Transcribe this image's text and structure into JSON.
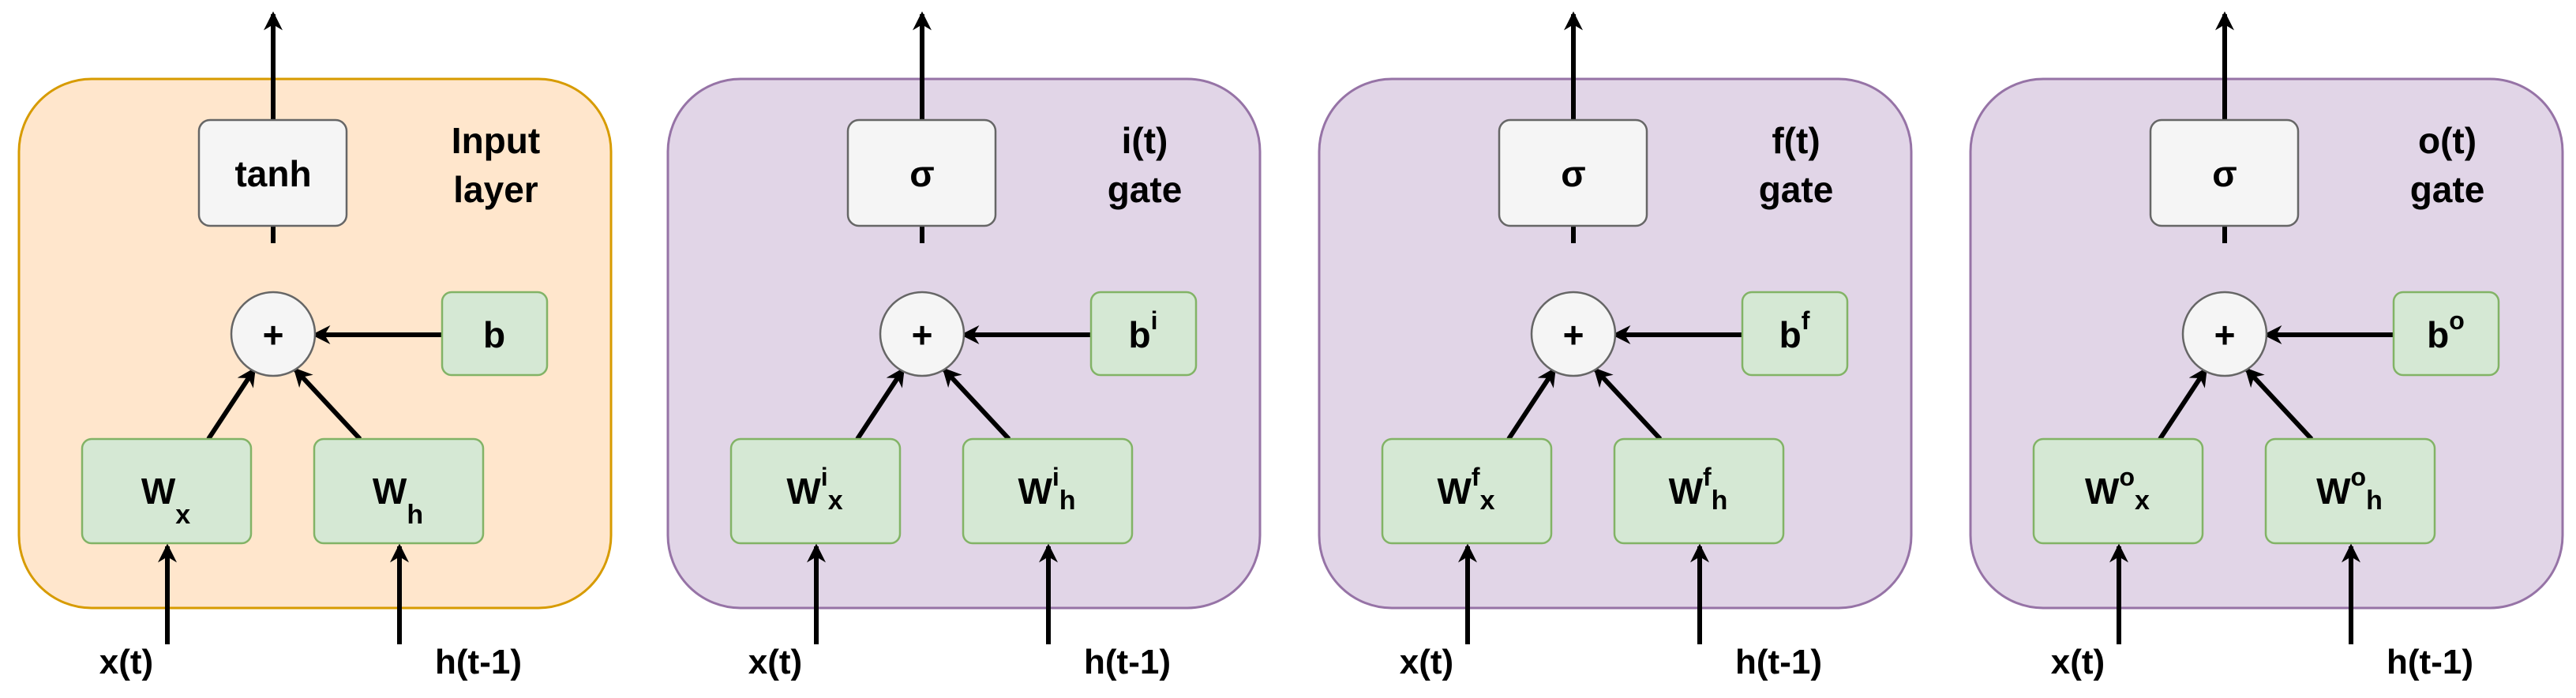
{
  "panels": [
    {
      "id": "input",
      "title_line1": "Input",
      "title_line2": "layer",
      "fill": "#ffe6cc",
      "stroke": "#d79b00",
      "activation": "tanh",
      "sum_symbol": "+",
      "bias_base": "b",
      "bias_sup": "",
      "wx_base": "W",
      "wx_sup": "",
      "wx_sub": "x",
      "wh_base": "W",
      "wh_sup": "",
      "wh_sub": "h",
      "input_x": "x(t)",
      "input_h": "h(t-1)"
    },
    {
      "id": "i-gate",
      "title_line1": "i(t)",
      "title_line2": "gate",
      "fill": "#e1d5e7",
      "stroke": "#9673a6",
      "activation": "σ",
      "sum_symbol": "+",
      "bias_base": "b",
      "bias_sup": "i",
      "wx_base": "W",
      "wx_sup": "i",
      "wx_sub": "x",
      "wh_base": "W",
      "wh_sup": "i",
      "wh_sub": "h",
      "input_x": "x(t)",
      "input_h": "h(t-1)"
    },
    {
      "id": "f-gate",
      "title_line1": "f(t)",
      "title_line2": "gate",
      "fill": "#e1d5e7",
      "stroke": "#9673a6",
      "activation": "σ",
      "sum_symbol": "+",
      "bias_base": "b",
      "bias_sup": "f",
      "wx_base": "W",
      "wx_sup": "f",
      "wx_sub": "x",
      "wh_base": "W",
      "wh_sup": "f",
      "wh_sub": "h",
      "input_x": "x(t)",
      "input_h": "h(t-1)"
    },
    {
      "id": "o-gate",
      "title_line1": "o(t)",
      "title_line2": "gate",
      "fill": "#e1d5e7",
      "stroke": "#9673a6",
      "activation": "σ",
      "sum_symbol": "+",
      "bias_base": "b",
      "bias_sup": "o",
      "wx_base": "W",
      "wx_sup": "o",
      "wx_sub": "x",
      "wh_base": "W",
      "wh_sup": "o",
      "wh_sub": "h",
      "input_x": "x(t)",
      "input_h": "h(t-1)"
    }
  ]
}
